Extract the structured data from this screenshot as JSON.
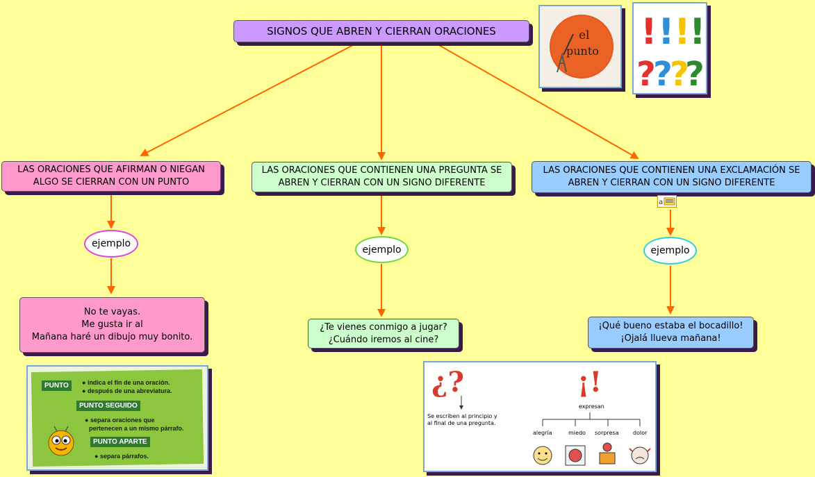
{
  "title": "SIGNOS QUE ABREN Y CIERRAN ORACIONES",
  "concepts": {
    "affirm": "LAS ORACIONES QUE AFIRMAN O NIEGAN ALGO SE CIERRAN CON UN PUNTO",
    "question": "LAS ORACIONES QUE CONTIENEN UNA PREGUNTA SE ABREN Y CIERRAN CON UN SIGNO DIFERENTE",
    "exclaim": "LAS ORACIONES QUE CONTIENEN UNA EXCLAMACIÓN SE ABREN Y CIERRAN CON UN SIGNO DIFERENTE"
  },
  "link_label": "ejemplo",
  "examples": {
    "affirm": [
      "No te vayas.",
      "Me gusta ir al",
      "Mañana haré un dibujo muy bonito."
    ],
    "question": [
      "¿Te vienes conmigo a jugar?",
      "¿Cuándo iremos al cine?"
    ],
    "exclaim": [
      "¡Qué bueno estaba el bocadillo!",
      "¡Ojalá llueva mañana!"
    ]
  },
  "book_cover": {
    "title_line1": "el",
    "title_line2": "punto"
  },
  "punto_card": {
    "punto": "PUNTO",
    "punto_items": [
      "indica el fin de una oración.",
      "después de una abreviatura."
    ],
    "seguido": "PUNTO SEGUIDO",
    "seguido_items": [
      "separa oraciones que",
      "pertenecen a un mismo párrafo."
    ],
    "aparte": "PUNTO APARTE",
    "aparte_items": [
      "separa párrafos."
    ]
  },
  "signs_card": {
    "question_caption": [
      "Se escriben al principio y",
      "al final de una pregunta."
    ],
    "expresan": "expresan",
    "emotions": [
      "alegría",
      "miedo",
      "sorpresa",
      "dolor"
    ]
  },
  "colors": {
    "background": "#ffff99",
    "arrow": "#ff6600",
    "title": "#cc99ff"
  }
}
